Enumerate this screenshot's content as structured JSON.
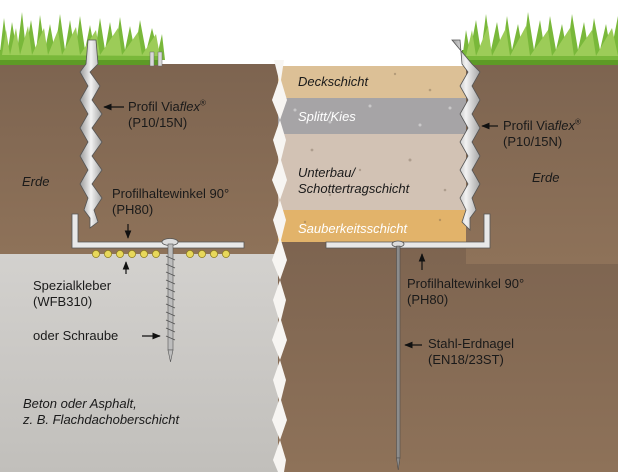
{
  "left": {
    "profile": {
      "name": "Profil Via",
      "name_italic": "flex",
      "reg": "®",
      "code": "(P10/15N)"
    },
    "soil": "Erde",
    "bracket": {
      "name": "Profilhaltewinkel 90°",
      "code": "(PH80)"
    },
    "adhesive": {
      "name": "Spezialkleber",
      "code": "(WFB310)"
    },
    "screw": "oder Schraube",
    "base": {
      "line1": "Beton oder Asphalt,",
      "line2": "z. B. Flachdachoberschicht"
    }
  },
  "center": {
    "layers": [
      "Deckschicht",
      "Splitt/Kies",
      "Unterbau/",
      "Schottertragschicht",
      "Sauberkeitsschicht"
    ]
  },
  "right": {
    "profile": {
      "name": "Profil Via",
      "name_italic": "flex",
      "reg": "®",
      "code": "(P10/15N)"
    },
    "soil": "Erde",
    "bracket": {
      "name": "Profilhaltewinkel 90°",
      "code": "(PH80)"
    },
    "nail": {
      "name": "Stahl-Erdnagel",
      "code": "(EN18/23ST)"
    }
  },
  "colors": {
    "soil": "#8a6f55",
    "concrete": "#c9c7c3",
    "grass": "#6fae32",
    "cover_layer": "#dcc096",
    "gravel_layer": "#a6a4a6",
    "subbase_layer": "#d2c2b4",
    "clean_layer": "#e2b36a"
  }
}
